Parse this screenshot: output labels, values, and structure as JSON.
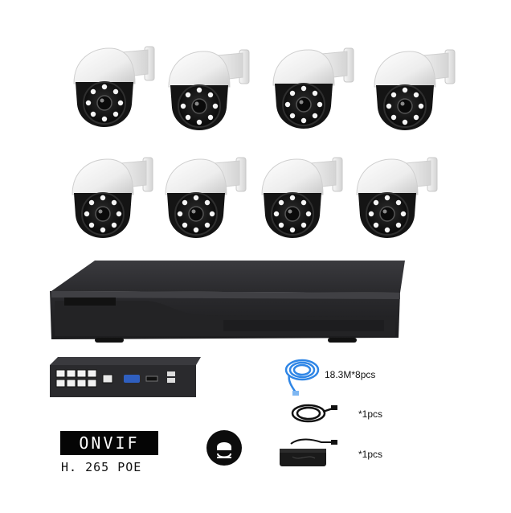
{
  "product": {
    "camera_count": 8,
    "camera_icon": "ptz-dome-camera-icon",
    "nvr_icon": "nvr-recorder-icon",
    "nvr_rear_icon": "nvr-rear-panel-icon"
  },
  "accessories": [
    {
      "icon": "blue-network-cable-icon",
      "label": "18.3M*8pcs"
    },
    {
      "icon": "black-power-cable-icon",
      "label": "*1pcs"
    },
    {
      "icon": "power-adapter-icon",
      "label": "*1pcs"
    }
  ],
  "badges": {
    "onvif": "ONVIF",
    "codec": "H. 265 POE",
    "audio_icon": "audio-microphone-icon"
  },
  "colors": {
    "camera_shell": "#f2f2f2",
    "camera_lens_body": "#151515",
    "nvr_body": "#2b2b2e",
    "cable_blue": "#2f86e6",
    "onvif_bg": "#050505"
  }
}
